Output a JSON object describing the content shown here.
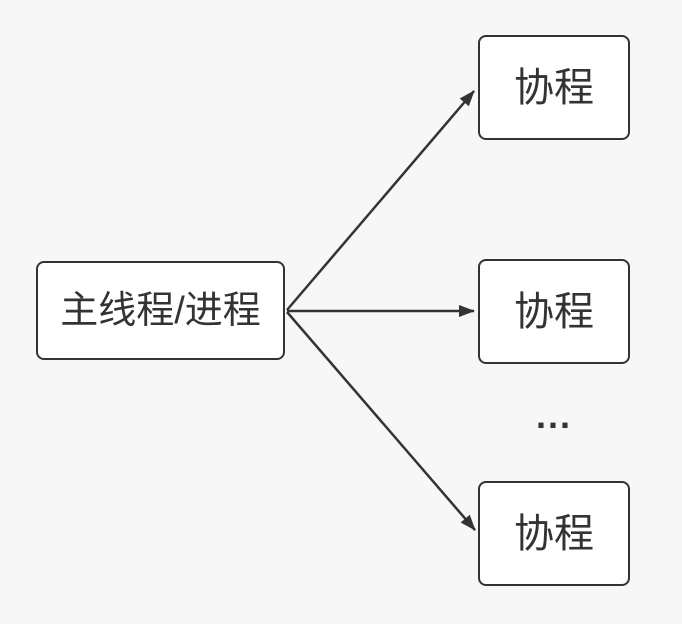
{
  "diagram": {
    "background_color": "#f7f7f7",
    "stroke_color": "#333333",
    "node_fill_color": "#ffffff",
    "nodes": {
      "main": {
        "label": "主线程/进程"
      },
      "coroutine_top": {
        "label": "协程"
      },
      "coroutine_middle": {
        "label": "协程"
      },
      "coroutine_bottom": {
        "label": "协程"
      }
    },
    "ellipsis": "...",
    "edges": [
      {
        "from": "main",
        "to": "coroutine_top"
      },
      {
        "from": "main",
        "to": "coroutine_middle"
      },
      {
        "from": "main",
        "to": "coroutine_bottom"
      }
    ]
  }
}
